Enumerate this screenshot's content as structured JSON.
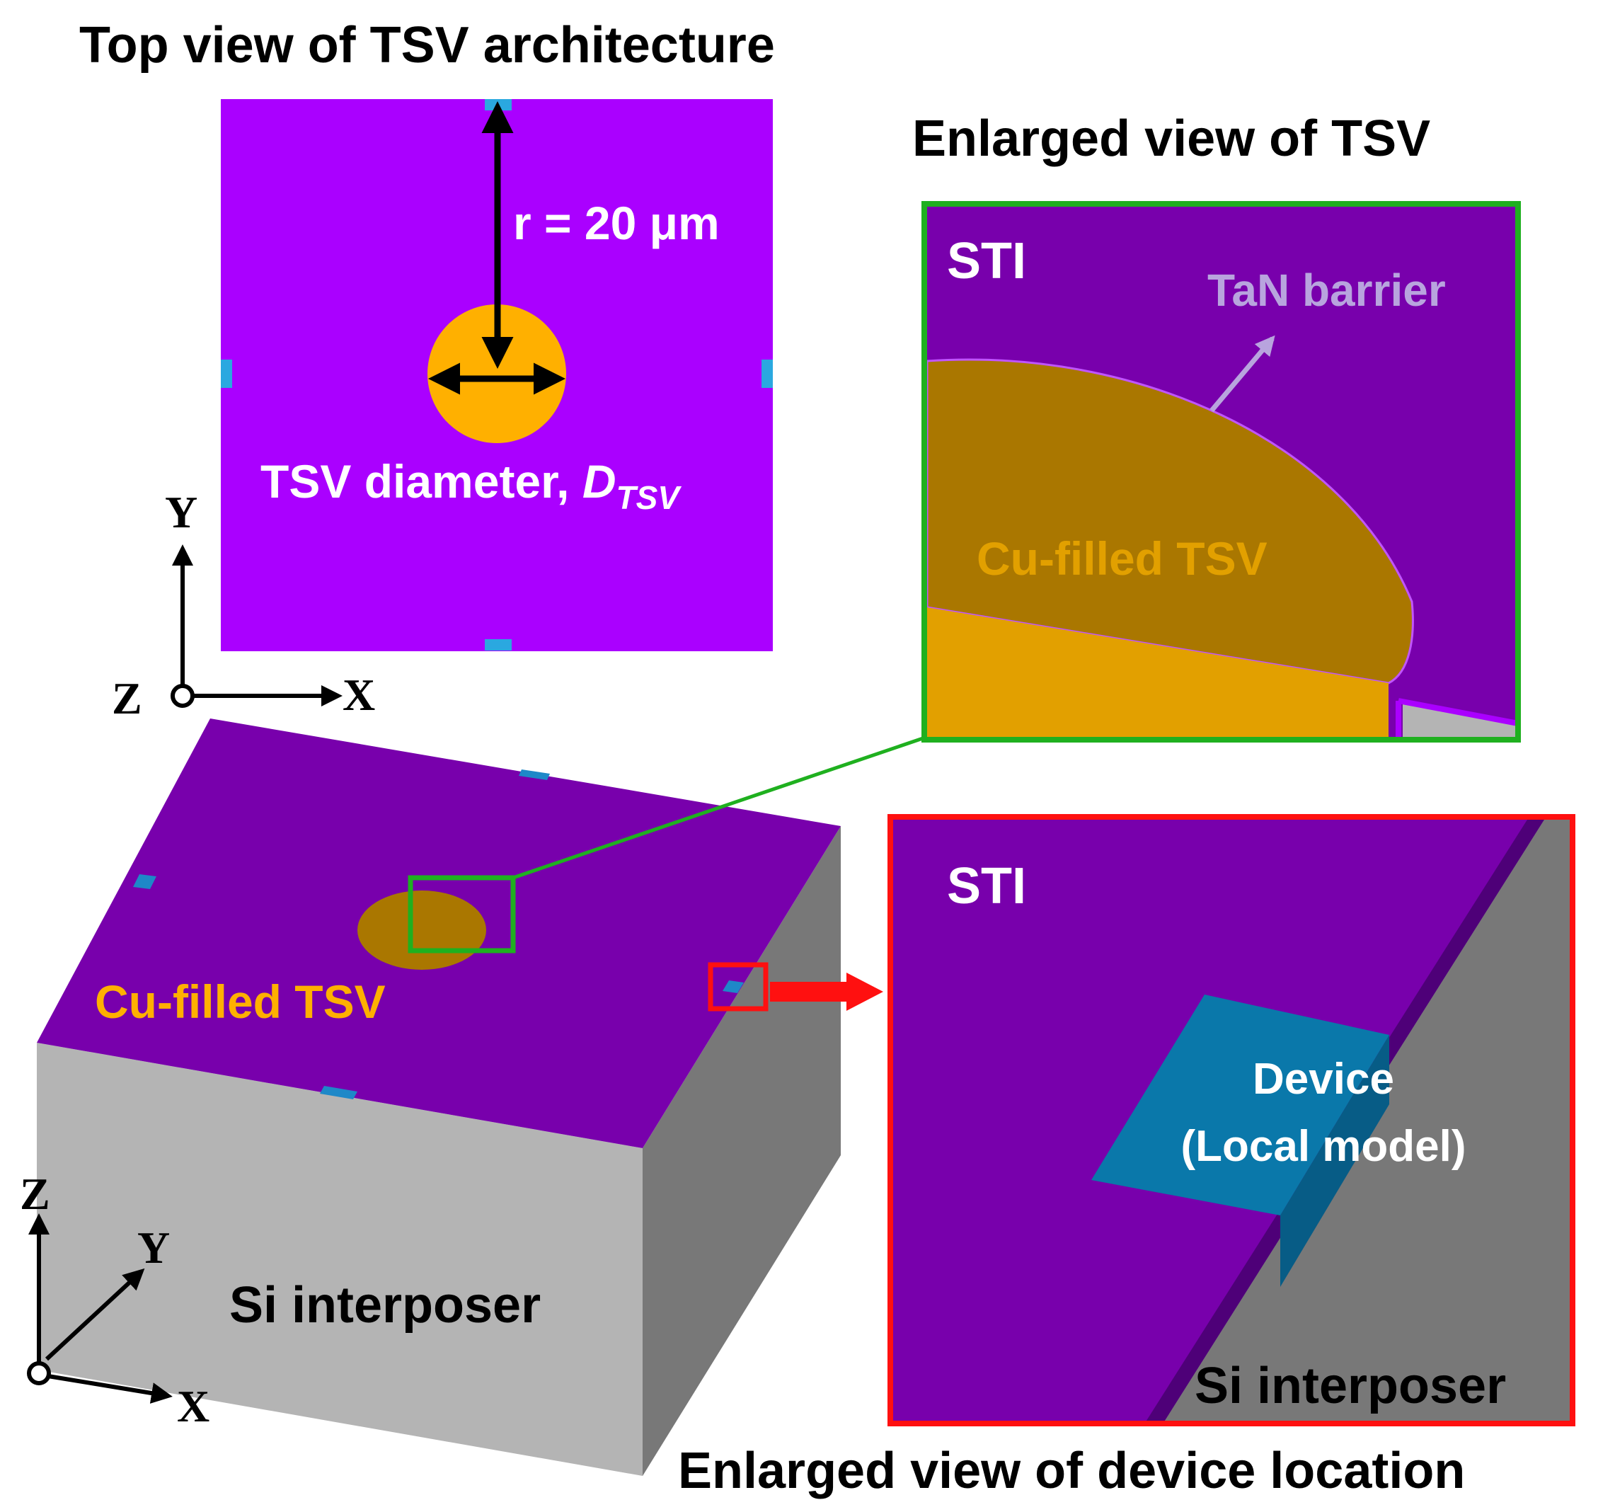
{
  "top_view": {
    "title": "Top view of TSV architecture",
    "radius_label": "r = 20 μm",
    "diameter_label_main": "TSV diameter, ",
    "diameter_label_symbol": "D",
    "diameter_label_sub": "TSV"
  },
  "enlarged_tsv": {
    "title": "Enlarged view of TSV",
    "sti_label": "STI",
    "barrier_label": "TaN barrier",
    "cu_label": "Cu-filled TSV"
  },
  "enlarged_device": {
    "title": "Enlarged view of device location",
    "sti_label": "STI",
    "device_label": "Device",
    "local_model_label": "(Local model)",
    "si_label": "Si interposer"
  },
  "block_3d": {
    "cu_label": "Cu-filled TSV",
    "si_label": "Si interposer"
  },
  "axes_2d": {
    "y": "Y",
    "x": "X",
    "z": "Z"
  },
  "axes_3d": {
    "z": "Z",
    "y": "Y",
    "x": "X"
  },
  "colors": {
    "top_view_sti": "#AA00FF",
    "sti_3d": "#7800AC",
    "cu_bright": "#FFB000",
    "cu_dark": "#AA7700",
    "device": "#0A78AA",
    "si_light": "#B4B4B4",
    "si_dark": "#787878",
    "green_frame": "#1FB01F",
    "red_frame": "#FF1010"
  }
}
